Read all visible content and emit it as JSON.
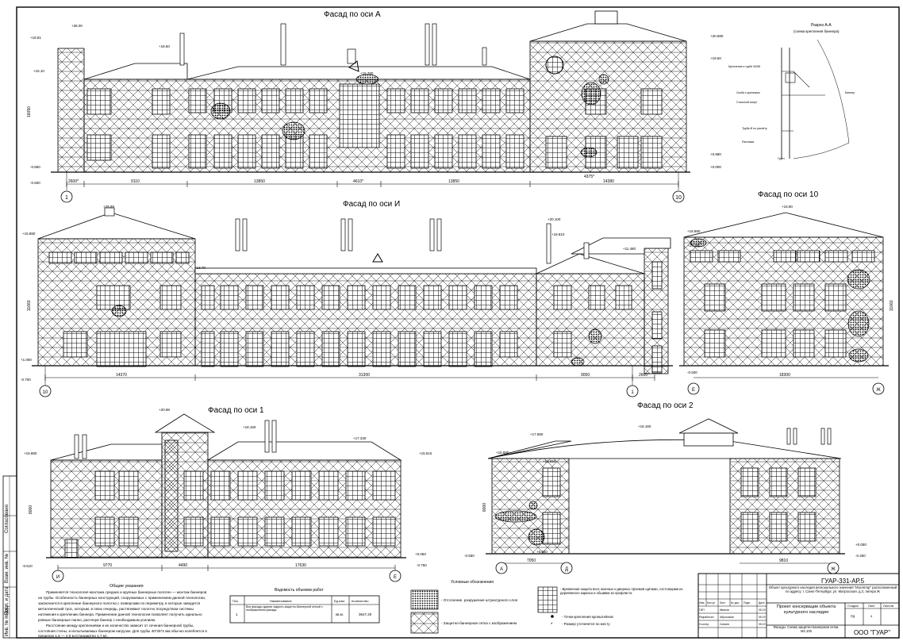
{
  "sheet": {
    "code": "ГУАР-331-АР.5",
    "company": "ООО \"ГУАР\""
  },
  "facades": {
    "a": {
      "title": "Фасад по оси А",
      "dims": [
        "9110",
        "13850",
        "4610*",
        "13850",
        "14380",
        "2600*",
        "4375*"
      ],
      "axes": [
        "1",
        "10"
      ],
      "marks": [
        "+36.00",
        "+18.81",
        "+15.10",
        "+15.780",
        "+18.60",
        "+20.680",
        "+19.60",
        "+0.980",
        "+0.000",
        "-0.850",
        "-0.500"
      ],
      "height": "16050"
    },
    "i": {
      "title": "Фасад по оси И",
      "dims": [
        "14370",
        "31300",
        "9050",
        "2600*"
      ],
      "axes": [
        "10",
        "1"
      ],
      "marks": [
        "+28.89",
        "+15.880",
        "+20.100",
        "+18.810",
        "+13.70",
        "+11.480",
        "+1.060",
        "-0.700"
      ],
      "height": "11660"
    },
    "ten": {
      "title": "Фасад по оси 10",
      "dims": [
        "18300"
      ],
      "axes": [
        "Е",
        "Ж"
      ],
      "marks": [
        "+19.90",
        "+16.880",
        "+15.780",
        "-0.500"
      ],
      "height": "11660"
    },
    "one": {
      "title": "Фасад по оси 1",
      "dims": [
        "9770",
        "4490",
        "17630"
      ],
      "axes": [
        "И",
        "Е"
      ],
      "marks": [
        "+20.88",
        "+18.160",
        "+15.880",
        "+17.330",
        "+15.510",
        "+0.050",
        "-0.510",
        "-0.750"
      ],
      "height": "8000"
    },
    "two": {
      "title": "Фасад по оси 2",
      "dims": [
        "7050",
        "9810"
      ],
      "axes": [
        "А",
        "Д",
        "Ж"
      ],
      "marks": [
        "+16.160",
        "+17.880",
        "+15.880",
        "+13.650",
        "+0.050",
        "-0.550",
        "-0.450",
        "+0.840"
      ],
      "height": "8000"
    }
  },
  "section": {
    "title": "Разрез А-А",
    "subtitle": "(схема крепления баннера)",
    "notes": [
      "Крепление к трубе 40/55",
      "Стальной хомут",
      "Скоба с крепежом",
      "Труба Ø по расчёту",
      "Растяжка",
      "Баннер",
      "Грунт"
    ]
  },
  "notes": {
    "title": "Общие указания",
    "text": [
      "Применяется технология монтажа средних и крупных баннерных полотен — монтаж баннеров",
      "на трубы. Особенность баннерных конструкций, сооружаемых с применением данной технологии,",
      "заключается в крепление баннерного полотна с люверсами по периметру, в которые заводится",
      "металлический трос, которым, в свою очередь, растягивают полотно посредством системы",
      "натяжения к креплению баннера. Применение данной технологии позволяет получить идеально",
      "ровные баннерные панно, растянув баннер с необходимым усилием.",
      "Расстояние между креплениями и их количество зависит от сечения баннерной трубы,",
      "состояния стены, и испытываемых баннером нагрузок. Для трубы 40*25*2 мм обычно колеблется в",
      "пределах 1,5 — 2,0 м (стандартно 1,7 м)."
    ]
  },
  "volume": {
    "title": "Ведомость объемов работ",
    "headers": [
      "Поз.",
      "Наименование",
      "Ед.изм.",
      "Количество"
    ],
    "rows": [
      [
        "1",
        "Вся фасады здания закрыть защитно-баннерной сеткой с изображением фасада",
        "кв.м.",
        "3647,40"
      ]
    ]
  },
  "legend": {
    "title": "Условные обозначения",
    "items": [
      "- Отслоение, разрушение штукатурного слоя",
      "- Защитно-баннерная сетка с изображением",
      "- Временная защита всех оконных и дверных проемов щитами, состоящими из деревянного каркаса и обшивки из профлиста",
      "- Точки крепления кронштейнов",
      "- Размер уточняется по месту"
    ]
  },
  "title_block": {
    "object": "Объект культурного наследия регионального значения \"Изолятор\" расположенный по адресу: г. Санкт-Петербург, ул. Матросская, д.3, литера Ж",
    "project": "Проект консервации объекта культурного наследия",
    "sheet_name": "Фасады. Схема защитно-баннерной сетки. М1:100",
    "stage_header": [
      "Стадия",
      "Лист",
      "Листов"
    ],
    "stage_values": [
      "РД",
      "4",
      ""
    ],
    "change_header": [
      "Изм.",
      "Кол.уч",
      "Лист",
      "№ док.",
      "Подп.",
      "Дата"
    ],
    "roles": [
      "ГИП",
      "Разработал",
      "Н.контр."
    ],
    "names": [
      "Иванов",
      "Абросимов",
      "Синяев"
    ],
    "dates": [
      "05.19",
      "05.19",
      "05.19"
    ]
  },
  "side_stamp": [
    "Согласовано",
    "Взам. инв. №",
    "Подп. и дата",
    "Инв. № подл."
  ]
}
